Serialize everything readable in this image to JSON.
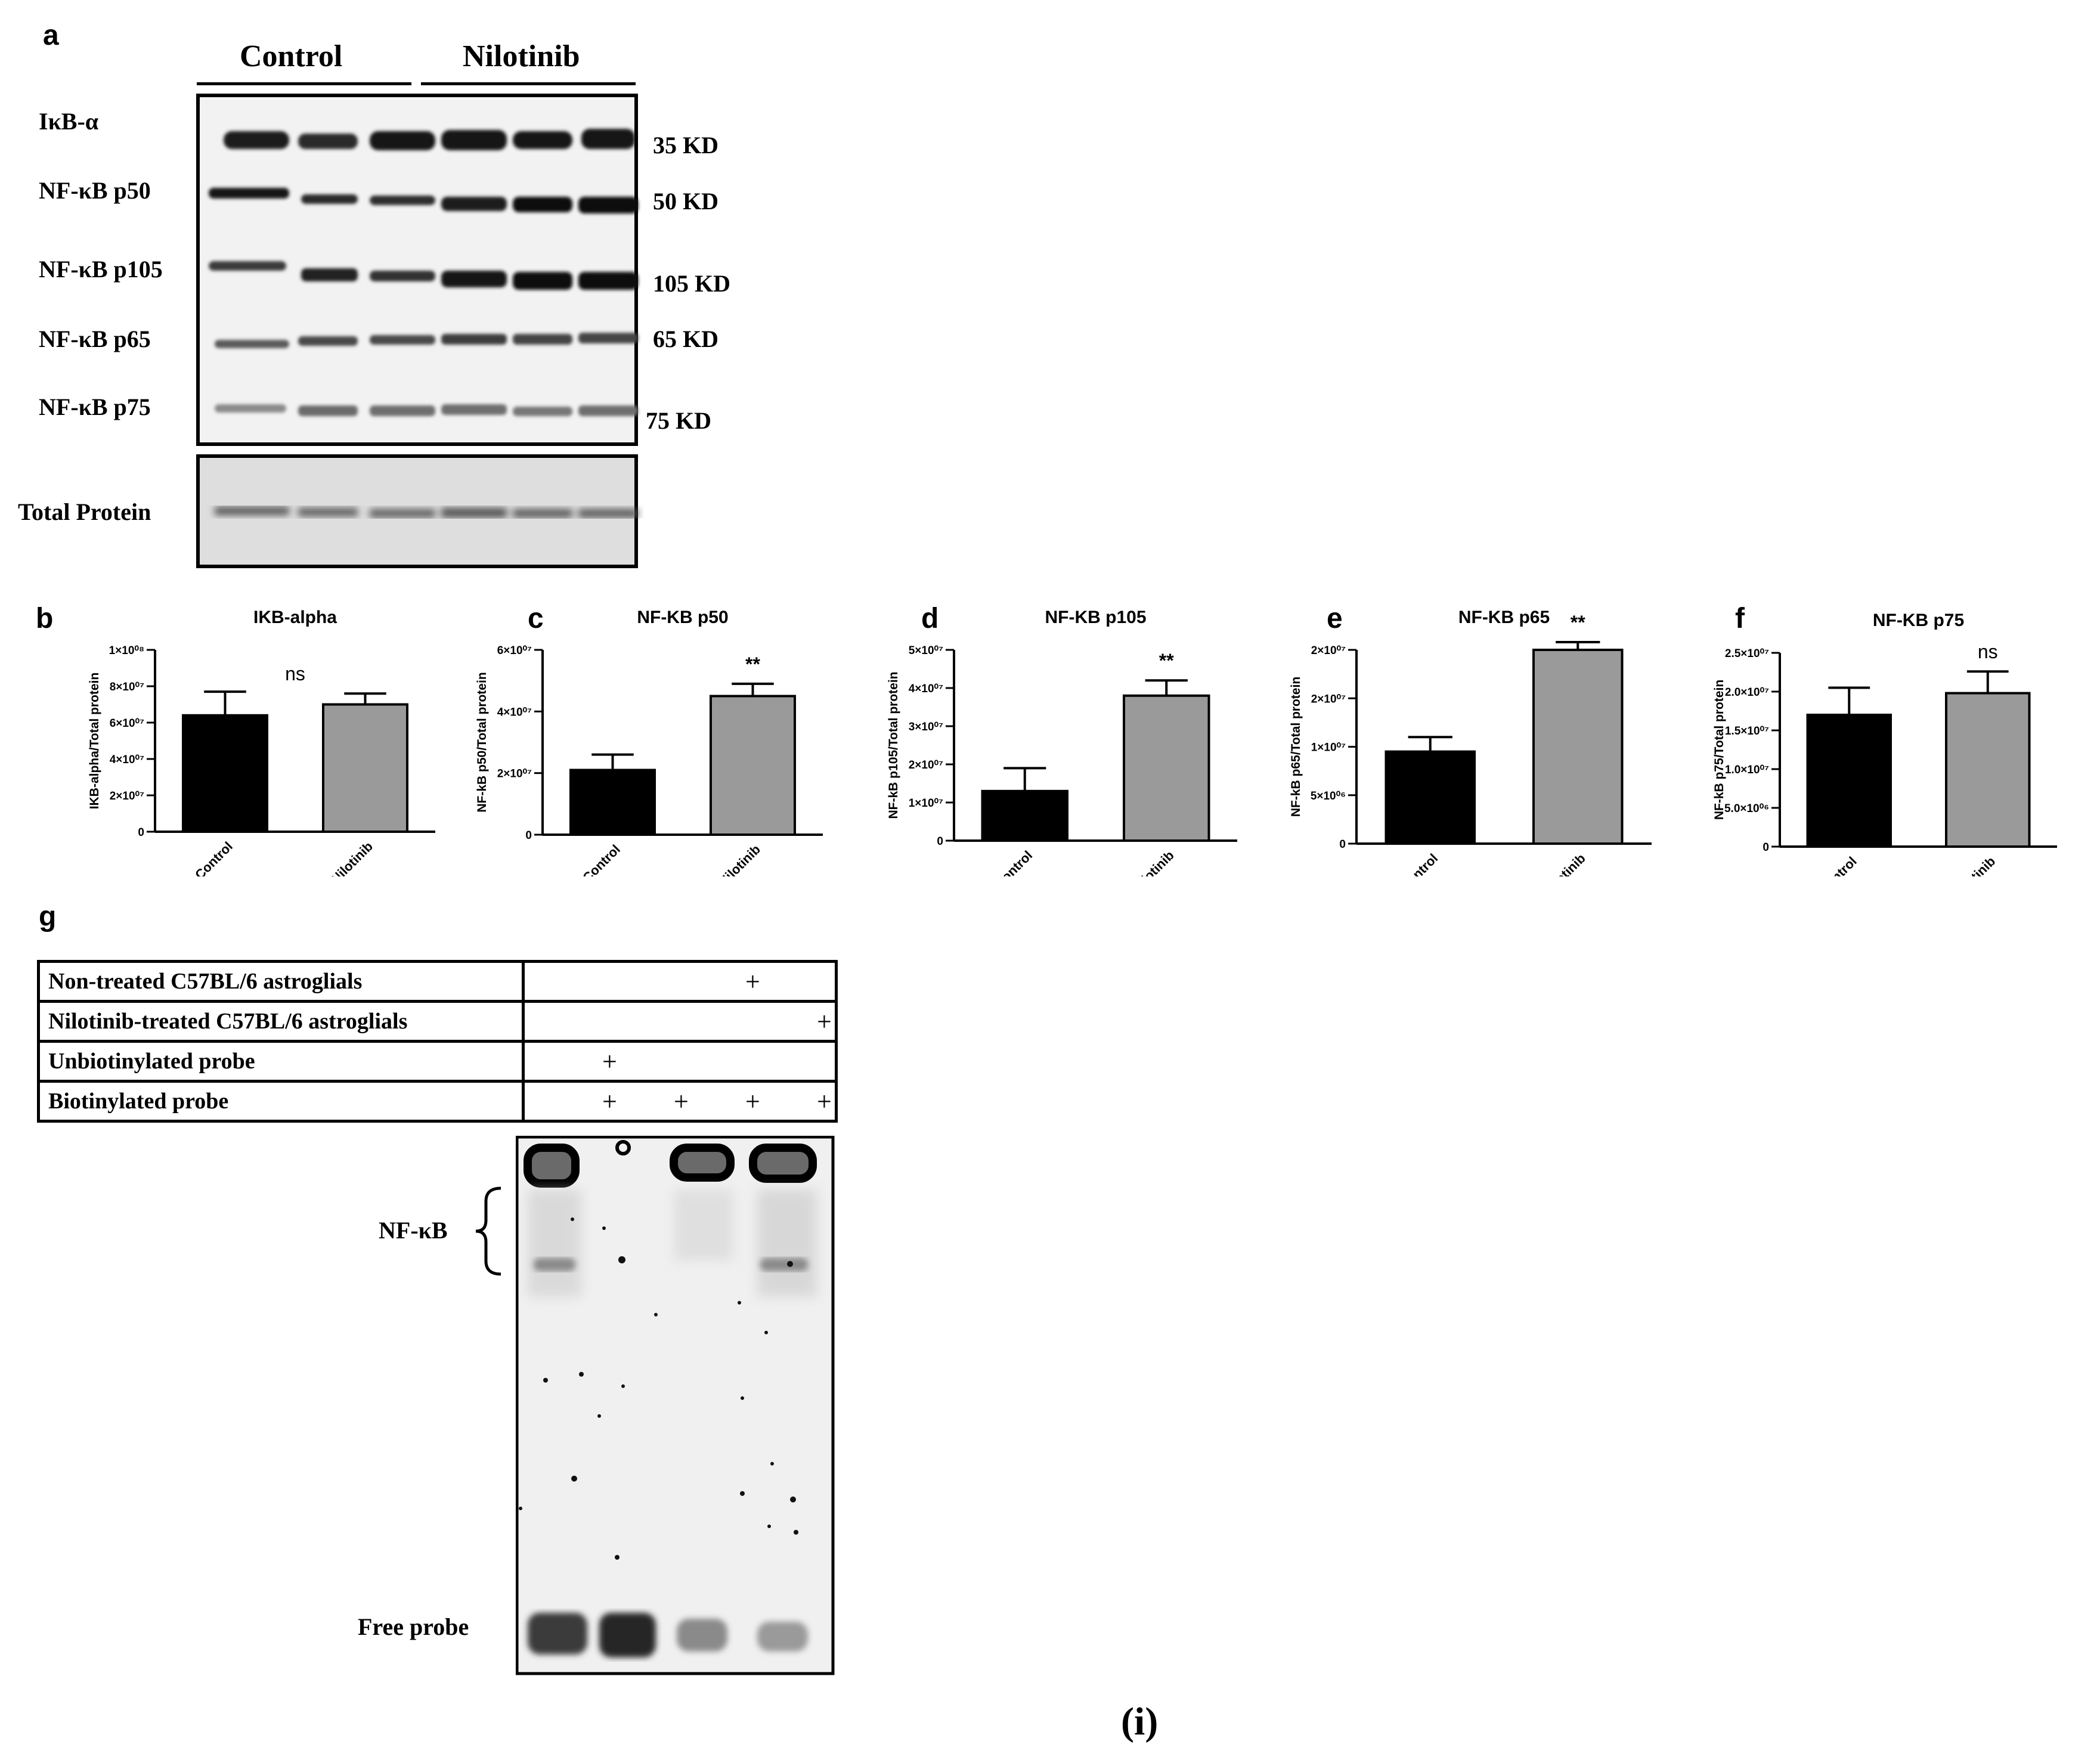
{
  "panels": {
    "a": "a",
    "b": "b",
    "c": "c",
    "d": "d",
    "e": "e",
    "f": "f",
    "g": "g"
  },
  "blot": {
    "groups": [
      "Control",
      "Nilotinib"
    ],
    "rows": [
      {
        "label": "IκB-α",
        "kd": "35 KD"
      },
      {
        "label": "NF-κB p50",
        "kd": "50 KD"
      },
      {
        "label": "NF-κB p105",
        "kd": "105 KD"
      },
      {
        "label": "NF-κB p65",
        "kd": "65 KD"
      },
      {
        "label": "NF-κB p75",
        "kd": "75 KD"
      }
    ],
    "total_protein": "Total Protein"
  },
  "chart_data": [
    {
      "type": "bar",
      "panel": "b",
      "title": "IKB-alpha",
      "ylabel": "IKB-alpha/Total protein",
      "categories": [
        "Control",
        "Nilotinib"
      ],
      "values": [
        64000000,
        70000000
      ],
      "errors": [
        13000000,
        6000000
      ],
      "colors": [
        "#000000",
        "#9a9a9a"
      ],
      "ylim": [
        0,
        100000000
      ],
      "ticks": [
        {
          "v": 0,
          "t": "0"
        },
        {
          "v": 20000000,
          "t": "2×10⁰⁷"
        },
        {
          "v": 40000000,
          "t": "4×10⁰⁷"
        },
        {
          "v": 60000000,
          "t": "6×10⁰⁷"
        },
        {
          "v": 80000000,
          "t": "8×10⁰⁷"
        },
        {
          "v": 100000000,
          "t": "1×10⁰⁸"
        }
      ],
      "annotation": "ns"
    },
    {
      "type": "bar",
      "panel": "c",
      "title": "NF-KB p50",
      "ylabel": "NF-kB p50/Total protein",
      "categories": [
        "Control",
        "Nilotinib"
      ],
      "values": [
        21000000,
        45000000
      ],
      "errors": [
        5000000,
        4000000
      ],
      "colors": [
        "#000000",
        "#9a9a9a"
      ],
      "ylim": [
        0,
        60000000
      ],
      "ticks": [
        {
          "v": 0,
          "t": "0"
        },
        {
          "v": 20000000,
          "t": "2×10⁰⁷"
        },
        {
          "v": 40000000,
          "t": "4×10⁰⁷"
        },
        {
          "v": 60000000,
          "t": "6×10⁰⁷"
        }
      ],
      "annotation": "**"
    },
    {
      "type": "bar",
      "panel": "d",
      "title": "NF-KB p105",
      "ylabel": "NF-kB p105/Total protein",
      "categories": [
        "Control",
        "Nilotinib"
      ],
      "values": [
        13000000,
        38000000
      ],
      "errors": [
        6000000,
        4000000
      ],
      "colors": [
        "#000000",
        "#9a9a9a"
      ],
      "ylim": [
        0,
        50000000
      ],
      "ticks": [
        {
          "v": 0,
          "t": "0"
        },
        {
          "v": 10000000,
          "t": "1×10⁰⁷"
        },
        {
          "v": 20000000,
          "t": "2×10⁰⁷"
        },
        {
          "v": 30000000,
          "t": "3×10⁰⁷"
        },
        {
          "v": 40000000,
          "t": "4×10⁰⁷"
        },
        {
          "v": 50000000,
          "t": "5×10⁰⁷"
        }
      ],
      "annotation": "**"
    },
    {
      "type": "bar",
      "panel": "e",
      "title": "NF-KB p65",
      "ylabel": "NF-kB p65/Total protein",
      "categories": [
        "Control",
        "Nilotinib"
      ],
      "values": [
        9500000,
        20000000
      ],
      "errors": [
        1500000,
        800000
      ],
      "colors": [
        "#000000",
        "#9a9a9a"
      ],
      "ylim": [
        0,
        20000000
      ],
      "ticks": [
        {
          "v": 0,
          "t": "0"
        },
        {
          "v": 5000000,
          "t": "5×10⁰⁶"
        },
        {
          "v": 10000000,
          "t": "1×10⁰⁷"
        },
        {
          "v": 15000000,
          "t": "2×10⁰⁷"
        },
        {
          "v": 20000000,
          "t": "2×10⁰⁷"
        }
      ],
      "annotation": "**"
    },
    {
      "type": "bar",
      "panel": "f",
      "title": "NF-KB p75",
      "ylabel": "NF-kB p75/Total protein",
      "categories": [
        "Control",
        "Nilotinib"
      ],
      "values": [
        17000000,
        19800000
      ],
      "errors": [
        3500000,
        2800000
      ],
      "colors": [
        "#000000",
        "#9a9a9a"
      ],
      "ylim": [
        0,
        25000000
      ],
      "ticks": [
        {
          "v": 0,
          "t": "0"
        },
        {
          "v": 5000000,
          "t": "5.0×10⁰⁶"
        },
        {
          "v": 10000000,
          "t": "1.0×10⁰⁷"
        },
        {
          "v": 15000000,
          "t": "1.5×10⁰⁷"
        },
        {
          "v": 20000000,
          "t": "2.0×10⁰⁷"
        },
        {
          "v": 25000000,
          "t": "2.5×10⁰⁷"
        }
      ],
      "annotation": "ns"
    }
  ],
  "emsa": {
    "rows": [
      {
        "label": "Non-treated C57BL/6 astroglials",
        "marks": [
          false,
          false,
          true,
          false
        ]
      },
      {
        "label": "Nilotinib-treated C57BL/6 astroglials",
        "marks": [
          false,
          false,
          false,
          true
        ]
      },
      {
        "label": "Unbiotinylated probe",
        "marks": [
          true,
          false,
          false,
          false
        ]
      },
      {
        "label": "Biotinylated probe",
        "marks": [
          true,
          true,
          true,
          true
        ]
      }
    ],
    "plus": "+",
    "nfkb_label": "NF-κB",
    "free_probe_label": "Free probe"
  },
  "footer": "(i)"
}
